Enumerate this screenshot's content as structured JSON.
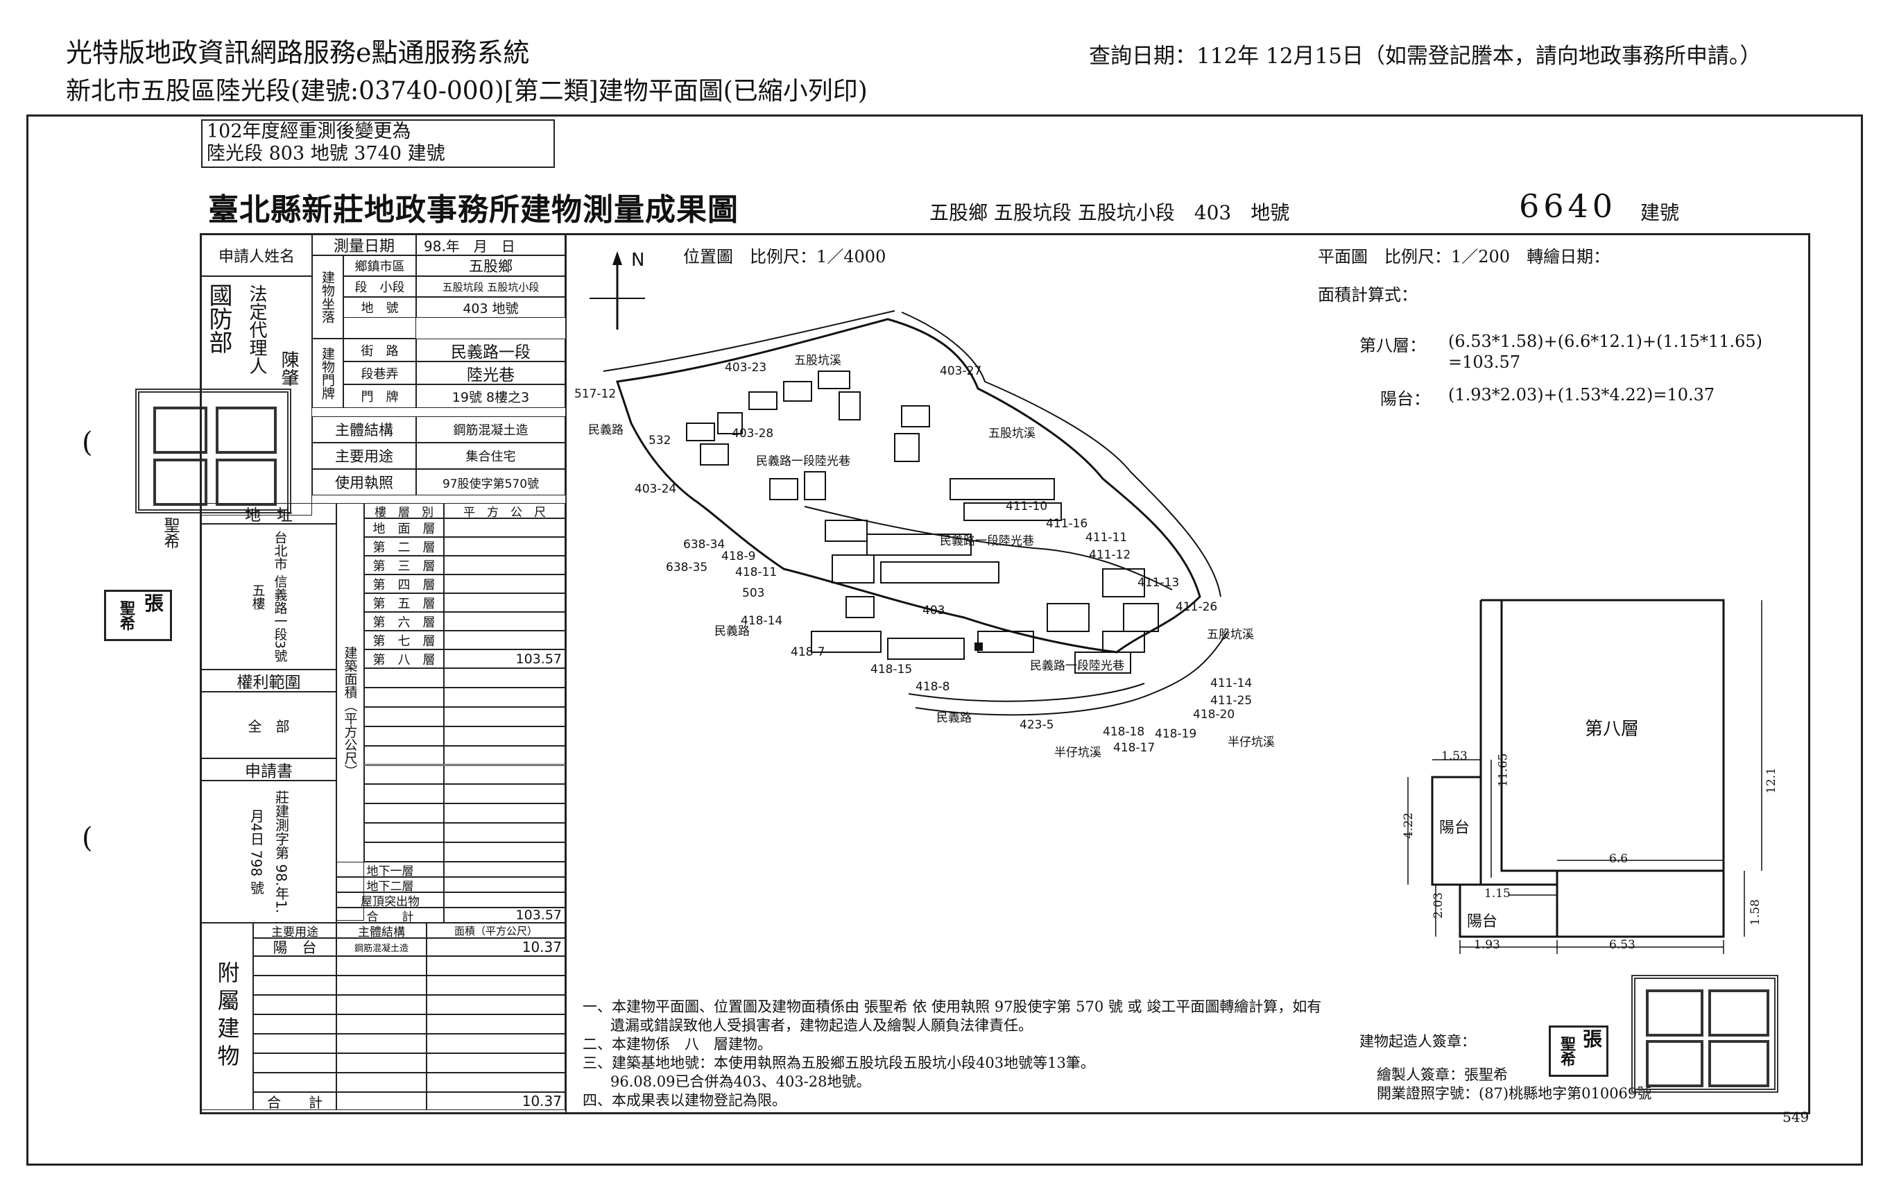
{
  "header": {
    "system_title": "光特版地政資訊網路服務e點通服務系統",
    "query_date": "查詢日期：112年 12月15日（如需登記謄本，請向地政事務所申請。）",
    "doc_subtitle": "新北市五股區陸光段(建號:03740-000)[第二類]建物平面圖(已縮小列印)"
  },
  "doc": {
    "rezone_line1": "102年度經重測後變更為",
    "rezone_line2": "陸光段 803 地號 3740 建號",
    "title": "臺北縣新莊地政事務所建物測量成果圖",
    "location": "五股鄉 五股坑段 五股坑小段　403　地號",
    "building_no": "6640",
    "building_no_label": "建號",
    "page_no": "549"
  },
  "form": {
    "applicant_label": "申請人姓名",
    "applicant": "國防部",
    "legal_rep_label": "法定代理人",
    "legal_rep": "陳肇",
    "survey_date_label": "測量日期",
    "survey_date": "98.年　月　日",
    "location_group": "建物坐落",
    "town_label": "鄉鎮市區",
    "town": "五股鄉",
    "section_label": "段　小段",
    "section": "五股坑段 五股坑小段",
    "lot_label": "地　號",
    "lot": "403 地號",
    "door_group": "建物門牌",
    "street_label": "街　路",
    "street": "民義路一段",
    "lane_label": "段巷弄",
    "lane": "陸光巷",
    "door_label": "門　牌",
    "door": "19號 8樓之3",
    "structure_label": "主體結構",
    "structure": "鋼筋混凝土造",
    "use_label": "主要用途",
    "use": "集合住宅",
    "permit_label": "使用執照",
    "permit": "97股使字第570號",
    "address_label": "地　址",
    "address": "台北市 信義路一段3號五樓",
    "floor_area_group": "建築面積（平方公尺）",
    "floor_col": "樓　層　別",
    "area_col": "平　方　公　尺",
    "floors": [
      {
        "name": "地　面　層",
        "area": ""
      },
      {
        "name": "第　二　層",
        "area": ""
      },
      {
        "name": "第　三　層",
        "area": ""
      },
      {
        "name": "第　四　層",
        "area": ""
      },
      {
        "name": "第　五　層",
        "area": ""
      },
      {
        "name": "第　六　層",
        "area": ""
      },
      {
        "name": "第　七　層",
        "area": ""
      },
      {
        "name": "第　八　層",
        "area": "103.57"
      }
    ],
    "basement1": "地下一層",
    "basement2": "地下二層",
    "roof": "屋頂突出物",
    "total_label": "合　　計",
    "total": "103.57",
    "rights_label": "權利範圍",
    "rights": "全　部",
    "application_label": "申請書",
    "application_no": "莊建測字第 98.年1.月4日 798 號",
    "annex_label": "附屬建物",
    "annex_use_col": "主要用途",
    "annex_struct_col": "主體結構",
    "annex_area_col": "面積（平方公尺）",
    "annex_use": "陽　台",
    "annex_struct": "鋼筋混凝土造",
    "annex_area": "10.37",
    "annex_total_label": "合　　計",
    "annex_total": "10.37"
  },
  "site_map": {
    "title": "位置圖　比例尺：1／4000",
    "north": "N",
    "labels": {
      "l1": "403-23",
      "l2": "五股坑溪",
      "l3": "403-27",
      "l4": "517-12",
      "l5": "民義路",
      "l6": "532",
      "l7": "403-28",
      "l8": "民義路一段陸光巷",
      "l9": "五股坑溪",
      "l10": "403-24",
      "l11": "411-10",
      "l12": "411-16",
      "l13": "411-11",
      "l14": "民義路一段陸光巷",
      "l15": "411-12",
      "l16": "638-34",
      "l17": "418-9",
      "l18": "638-35",
      "l19": "418-11",
      "l20": "403",
      "l21": "411-13",
      "l22": "503",
      "l23": "411-26",
      "l24": "五股坑溪",
      "l25": "民義路",
      "l26": "418-14",
      "l27": "418-7",
      "l28": "418-15",
      "l29": "民義路一段陸光巷",
      "l30": "418-8",
      "l31": "411-14",
      "l32": "411-25",
      "l33": "民義路",
      "l34": "418-20",
      "l35": "423-5",
      "l36": "418-18",
      "l37": "418-19",
      "l38": "418-17",
      "l39": "半仔坑溪",
      "l40": "半仔坑溪"
    }
  },
  "floor_plan": {
    "title": "平面圖　比例尺：1／200　轉繪日期：",
    "calc_title": "面積計算式：",
    "calc_8f_label": "第八層：",
    "calc_8f": "(6.53*1.58)+(6.6*12.1)+(1.15*11.65)",
    "calc_8f_result": "=103.57",
    "calc_balc_label": "陽台：",
    "calc_balc": "(1.93*2.03)+(1.53*4.22)=10.37",
    "room_label": "第八層",
    "balcony1": "陽台",
    "balcony2": "陽台",
    "dims": {
      "d1": "1.53",
      "d2": "11.65",
      "d3": "12.1",
      "d4": "4.22",
      "d5": "6.6",
      "d6": "2.03",
      "d7": "1.15",
      "d8": "1.58",
      "d9": "1.93",
      "d10": "6.53"
    }
  },
  "notes": {
    "n1": "一、本建物平面圖、位置圖及建物面積係由 張聖希 依 使用執照 97股使字第 570 號 或 竣工平面圖轉繪計算，如有",
    "n1b": "遺漏或錯誤致他人受損害者，建物起造人及繪製人願負法律責任。",
    "n2": "二、本建物係　八　層建物。",
    "n3": "三、建築基地地號：本使用執照為五股鄉五股坑段五股坑小段403地號等13筆。",
    "n3b": "96.08.09已合併為403、403-28地號。",
    "n4": "四、本成果表以建物登記為限。",
    "builder_sign": "建物起造人簽章：",
    "drafter_sign": "繪製人簽章：張聖希",
    "license": "開業證照字號：(87)桃縣地字第010069號"
  },
  "stamps": {
    "seal1": "聖希",
    "seal2": "張",
    "name_vertical": "聖希"
  },
  "margins": {
    "paren1": "(",
    "paren2": "("
  }
}
